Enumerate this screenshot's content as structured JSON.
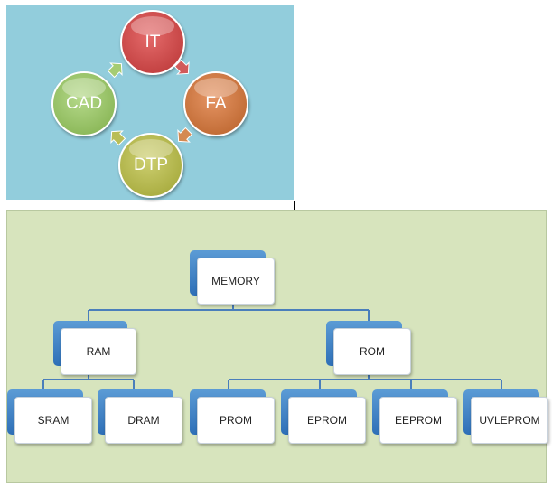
{
  "cycle": {
    "nodes": [
      {
        "label": "IT",
        "color": "#c94545"
      },
      {
        "label": "FA",
        "color": "#cc7a3a"
      },
      {
        "label": "DTP",
        "color": "#b5b84a"
      },
      {
        "label": "CAD",
        "color": "#9bc46a"
      }
    ],
    "background": "#92CDDC",
    "arrow_icon": "chevron-arrow-icon"
  },
  "hierarchy": {
    "root": "MEMORY",
    "level1": [
      "RAM",
      "ROM"
    ],
    "ram_children": [
      "SRAM",
      "DRAM"
    ],
    "rom_children": [
      "PROM",
      "EPROM",
      "EEPROM",
      "UVLEPROM"
    ],
    "background": "#D7E4BD",
    "accent": "#2e6fb7",
    "connector_color": "#4a7ebb"
  }
}
